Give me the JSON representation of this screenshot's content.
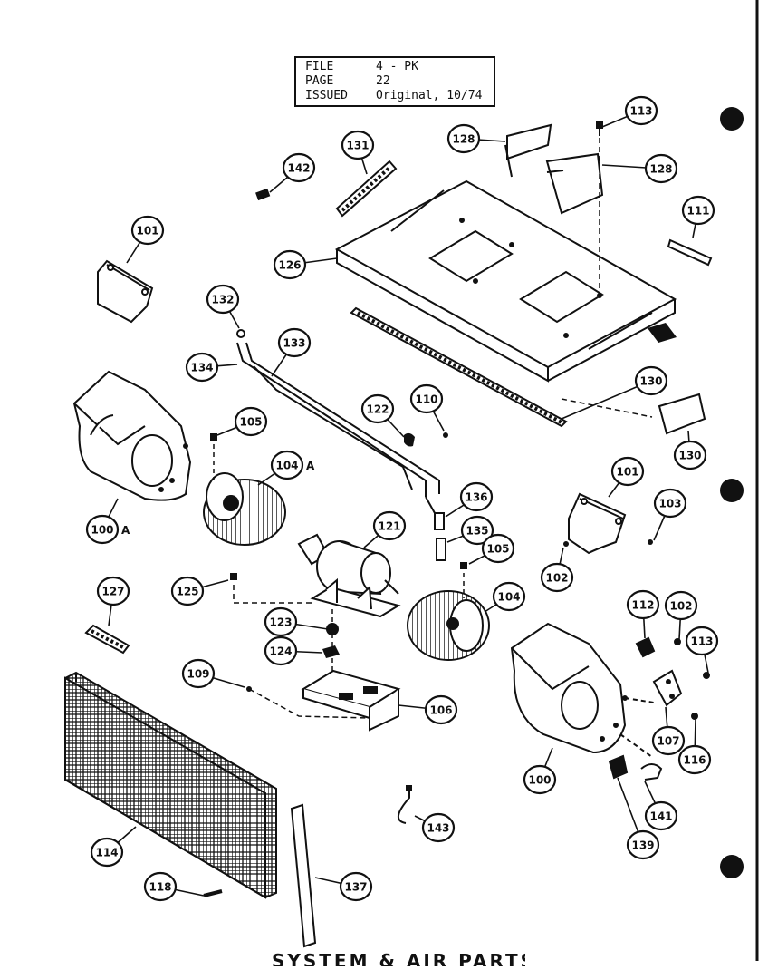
{
  "info": {
    "rows": [
      {
        "label": "FILE",
        "value": "4 - PK"
      },
      {
        "label": "PAGE",
        "value": "22"
      },
      {
        "label": "ISSUED",
        "value": "Original, 10/74"
      }
    ]
  },
  "footer": {
    "title": "SYSTEM & AIR PARTS"
  },
  "callouts": [
    {
      "id": "113a",
      "text": "113"
    },
    {
      "id": "128a",
      "text": "128"
    },
    {
      "id": "128b",
      "text": "128"
    },
    {
      "id": "131",
      "text": "131"
    },
    {
      "id": "142",
      "text": "142"
    },
    {
      "id": "101a",
      "text": "101"
    },
    {
      "id": "111",
      "text": "111"
    },
    {
      "id": "126",
      "text": "126"
    },
    {
      "id": "132",
      "text": "132"
    },
    {
      "id": "133",
      "text": "133"
    },
    {
      "id": "134",
      "text": "134"
    },
    {
      "id": "130a",
      "text": "130"
    },
    {
      "id": "122",
      "text": "122"
    },
    {
      "id": "110",
      "text": "110"
    },
    {
      "id": "130b",
      "text": "130"
    },
    {
      "id": "105a",
      "text": "105"
    },
    {
      "id": "104a",
      "text": "104"
    },
    {
      "id": "100a",
      "text": "100"
    },
    {
      "id": "101b",
      "text": "101"
    },
    {
      "id": "136",
      "text": "136"
    },
    {
      "id": "103",
      "text": "103"
    },
    {
      "id": "121",
      "text": "121"
    },
    {
      "id": "135",
      "text": "135"
    },
    {
      "id": "105b",
      "text": "105"
    },
    {
      "id": "102a",
      "text": "102"
    },
    {
      "id": "127",
      "text": "127"
    },
    {
      "id": "125",
      "text": "125"
    },
    {
      "id": "104b",
      "text": "104"
    },
    {
      "id": "112",
      "text": "112"
    },
    {
      "id": "102b",
      "text": "102"
    },
    {
      "id": "123",
      "text": "123"
    },
    {
      "id": "113b",
      "text": "113"
    },
    {
      "id": "124",
      "text": "124"
    },
    {
      "id": "109",
      "text": "109"
    },
    {
      "id": "106",
      "text": "106"
    },
    {
      "id": "107",
      "text": "107"
    },
    {
      "id": "116",
      "text": "116"
    },
    {
      "id": "100b",
      "text": "100"
    },
    {
      "id": "141",
      "text": "141"
    },
    {
      "id": "139",
      "text": "139"
    },
    {
      "id": "143",
      "text": "143"
    },
    {
      "id": "114",
      "text": "114"
    },
    {
      "id": "118",
      "text": "118"
    },
    {
      "id": "137",
      "text": "137"
    }
  ],
  "suffix_a": "A"
}
